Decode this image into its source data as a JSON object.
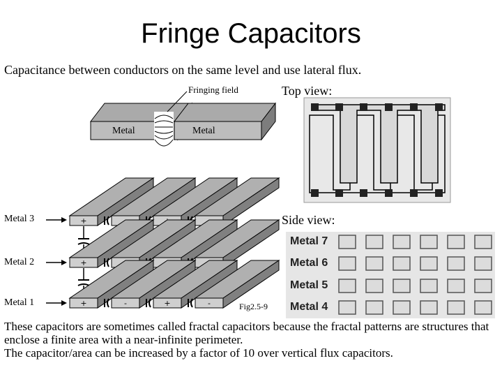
{
  "title": "Fringe Capacitors",
  "intro": "Capacitance between conductors on the same level and use lateral flux.",
  "fringe_diagram": {
    "fringing_label": "Fringing field",
    "metal_left": "Metal",
    "metal_right": "Metal"
  },
  "top_view": {
    "title": "Top view:"
  },
  "side_view": {
    "title": "Side view:",
    "rows": [
      "Metal  7",
      "Metal 6",
      "Metal 5",
      "Metal 4"
    ]
  },
  "stack": {
    "levels": [
      "Metal 3",
      "Metal 2",
      "Metal 1"
    ],
    "fig_label": "Fig2.5-9"
  },
  "body_text": [
    "These capacitors are sometimes called fractal capacitors because the fractal patterns are structures that enclose a finite area with a near-infinite perimeter.",
    "The capacitor/area can be increased by a factor of 10 over vertical flux capacitors."
  ]
}
